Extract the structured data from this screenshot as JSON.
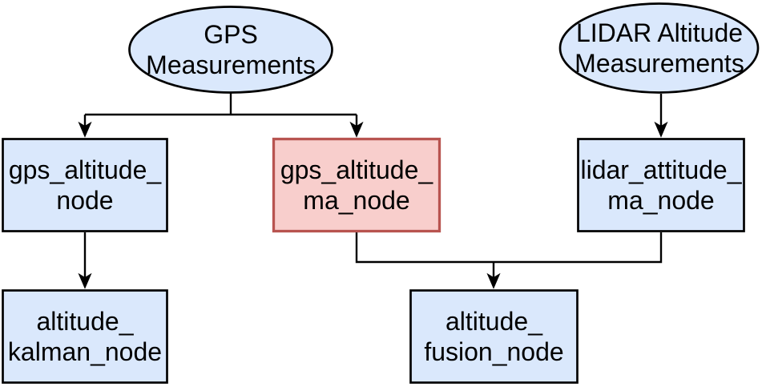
{
  "diagram": {
    "type": "flowchart",
    "background": "#ffffff",
    "colors": {
      "node_fill_blue": "#dae8fc",
      "node_stroke_black": "#000000",
      "node_fill_red": "#f8cecc",
      "node_stroke_red": "#b85450",
      "edge_color": "#000000",
      "text_color": "#000000"
    },
    "nodes": {
      "gps_measurements": {
        "shape": "ellipse",
        "label": "GPS Measurements",
        "lines": [
          "GPS",
          "Measurements"
        ],
        "fill": "#dae8fc",
        "highlighted": false
      },
      "lidar_altitude_measurements": {
        "shape": "ellipse",
        "label": "LIDAR Altitude Measurements",
        "lines": [
          "LIDAR Altitude",
          "Measurements"
        ],
        "fill": "#dae8fc",
        "highlighted": false
      },
      "gps_altitude_node": {
        "shape": "rect",
        "label": "gps_altitude_node",
        "lines": [
          "gps_altitude_",
          "node"
        ],
        "fill": "#dae8fc",
        "highlighted": false
      },
      "gps_altitude_ma_node": {
        "shape": "rect",
        "label": "gps_altitude_ma_node",
        "lines": [
          "gps_altitude_",
          "ma_node"
        ],
        "fill": "#f8cecc",
        "highlighted": true
      },
      "lidar_attitude_ma_node": {
        "shape": "rect",
        "label": "lidar_attitude_ma_node",
        "lines": [
          "lidar_attitude_",
          "ma_node"
        ],
        "fill": "#dae8fc",
        "highlighted": false
      },
      "altitude_kalman_node": {
        "shape": "rect",
        "label": "altitude_kalman_node",
        "lines": [
          "altitude_",
          "kalman_node"
        ],
        "fill": "#dae8fc",
        "highlighted": false
      },
      "altitude_fusion_node": {
        "shape": "rect",
        "label": "altitude_fusion_node",
        "lines": [
          "altitude_",
          "fusion_node"
        ],
        "fill": "#dae8fc",
        "highlighted": false
      }
    },
    "edges": [
      {
        "from": "gps_measurements",
        "to": "gps_altitude_node",
        "style": "orthogonal-arrow"
      },
      {
        "from": "gps_measurements",
        "to": "gps_altitude_ma_node",
        "style": "orthogonal-arrow"
      },
      {
        "from": "lidar_altitude_measurements",
        "to": "lidar_attitude_ma_node",
        "style": "straight-arrow"
      },
      {
        "from": "gps_altitude_node",
        "to": "altitude_kalman_node",
        "style": "straight-arrow"
      },
      {
        "from": "gps_altitude_ma_node",
        "to": "altitude_fusion_node",
        "style": "orthogonal-arrow"
      },
      {
        "from": "lidar_attitude_ma_node",
        "to": "altitude_fusion_node",
        "style": "orthogonal-arrow"
      }
    ]
  }
}
